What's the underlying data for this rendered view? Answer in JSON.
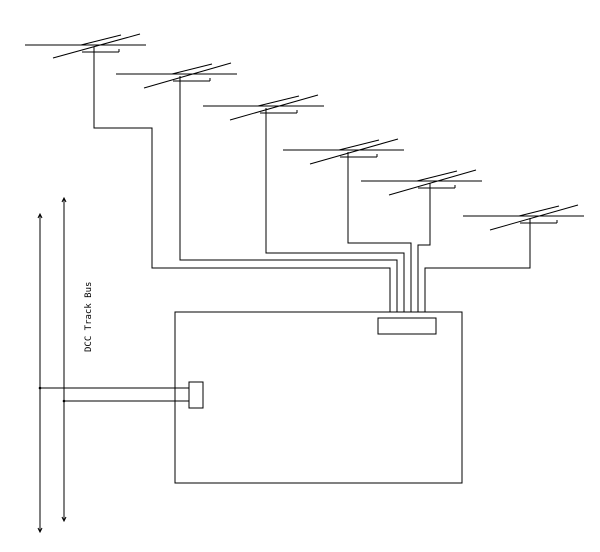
{
  "diagram": {
    "bus_label": "DCC Track Bus",
    "turnout_count": 6,
    "output_wire_count": 6,
    "line_color": "#000000",
    "background_color": "#ffffff"
  }
}
